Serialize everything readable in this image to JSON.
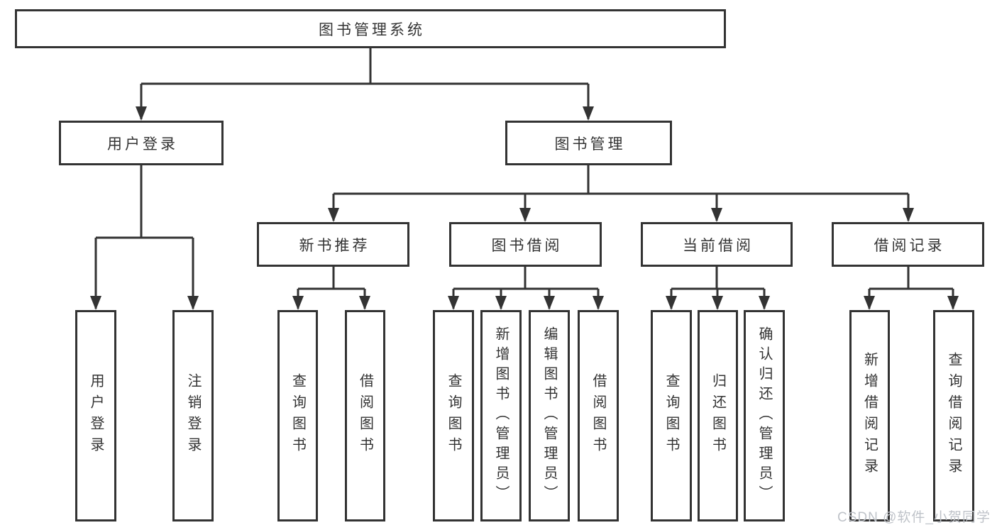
{
  "tree": {
    "root": {
      "label": "图书管理系统"
    },
    "branches": [
      {
        "label": "用户登录",
        "children": [
          {
            "label": "用户登录"
          },
          {
            "label": "注销登录"
          }
        ]
      },
      {
        "label": "图书管理",
        "children": [
          {
            "label": "新书推荐",
            "children": [
              {
                "label": "查询图书"
              },
              {
                "label": "借阅图书"
              }
            ]
          },
          {
            "label": "图书借阅",
            "children": [
              {
                "label": "查询图书"
              },
              {
                "label": "新增图书（管理员）"
              },
              {
                "label": "编辑图书（管理员）"
              },
              {
                "label": "借阅图书"
              }
            ]
          },
          {
            "label": "当前借阅",
            "children": [
              {
                "label": "查询图书"
              },
              {
                "label": "归还图书"
              },
              {
                "label": "确认归还（管理员）"
              }
            ]
          },
          {
            "label": "借阅记录",
            "children": [
              {
                "label": "新增借阅记录"
              },
              {
                "label": "查询借阅记录"
              }
            ]
          }
        ]
      }
    ]
  },
  "watermark": {
    "text": "CSDN @软件_小贺同学"
  },
  "colors": {
    "line": "#333333",
    "text": "#333333",
    "background": "#ffffff",
    "watermark": "#bfc3c9"
  }
}
